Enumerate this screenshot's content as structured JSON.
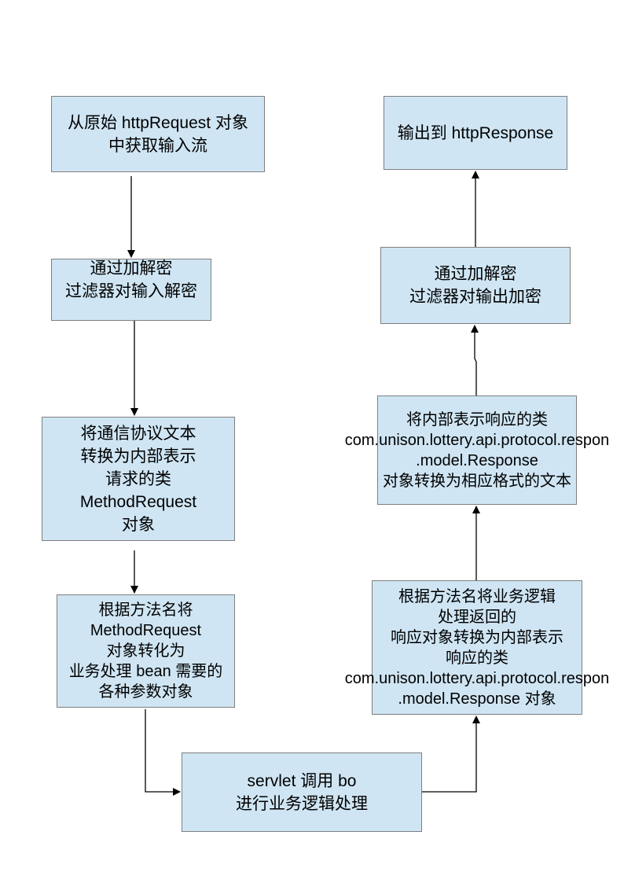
{
  "diagram": {
    "nodes": [
      {
        "id": "n1",
        "lines": [
          "从原始 httpRequest 对象",
          "中获取输入流"
        ]
      },
      {
        "id": "n2",
        "lines": [
          "通过加解密",
          "过滤器对输入解密"
        ]
      },
      {
        "id": "n3",
        "lines": [
          "将通信协议文本",
          "转换为内部表示",
          "请求的类",
          "MethodRequest",
          "对象"
        ]
      },
      {
        "id": "n4",
        "lines": [
          "根据方法名将",
          "MethodRequest",
          "对象转化为",
          "业务处理 bean 需要的",
          "各种参数对象"
        ]
      },
      {
        "id": "n5",
        "lines": [
          "servlet 调用 bo",
          "进行业务逻辑处理"
        ]
      },
      {
        "id": "n6",
        "lines": [
          "根据方法名将业务逻辑",
          "处理返回的",
          "响应对象转换为内部表示",
          "响应的类",
          "com.unison.lottery.api.protocol.respon",
          ".model.Response 对象"
        ]
      },
      {
        "id": "n7",
        "lines": [
          "将内部表示响应的类",
          "com.unison.lottery.api.protocol.respon",
          ".model.Response",
          "对象转换为相应格式的文本"
        ]
      },
      {
        "id": "n8",
        "lines": [
          "通过加解密",
          "过滤器对输出加密"
        ]
      },
      {
        "id": "n9",
        "lines": [
          "输出到 httpResponse"
        ]
      }
    ],
    "colors": {
      "node_fill": "#cfe5f3",
      "node_border": "#7f7f7f",
      "connector": "#000000"
    }
  }
}
